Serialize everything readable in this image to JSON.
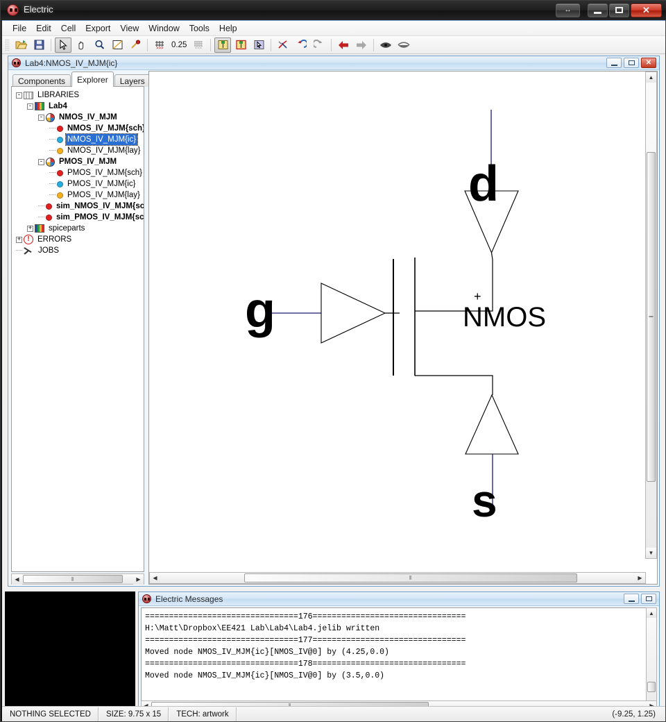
{
  "window": {
    "title": "Electric",
    "buttons": {
      "restore": "↔",
      "minimize": "minimize",
      "maximize": "maximize",
      "close": "✕"
    }
  },
  "menubar": {
    "items": [
      "File",
      "Edit",
      "Cell",
      "Export",
      "View",
      "Window",
      "Tools",
      "Help"
    ]
  },
  "toolbar": {
    "zoom_value": "0.25",
    "icons": [
      "open-library-icon",
      "save-library-icon",
      "select-pointer-icon",
      "pan-hand-icon",
      "zoom-magnifier-icon",
      "window-fill-icon",
      "measure-icon",
      "grid-icon",
      "grid-align-icon",
      "cell-center-icon",
      "cell-outline-icon",
      "select-special-icon",
      "toolkit-icon",
      "undo-icon",
      "redo-icon",
      "back-arrow-icon",
      "forward-arrow-icon",
      "peek-icon",
      "peek-off-icon"
    ]
  },
  "mdi": {
    "title": "Lab4:NMOS_IV_MJM{ic}",
    "buttons": {
      "minimize": "minimize",
      "maximize": "maximize",
      "close": "✕"
    }
  },
  "panel_tabs": [
    {
      "label": "Components",
      "active": false
    },
    {
      "label": "Explorer",
      "active": true
    },
    {
      "label": "Layers",
      "active": false
    }
  ],
  "tree": [
    {
      "label": "LIBRARIES",
      "indent": 0,
      "toggle": "-",
      "icon": "library-building-icon",
      "bold": false,
      "selected": false
    },
    {
      "label": "Lab4",
      "indent": 1,
      "toggle": "-",
      "icon": "library-icon",
      "bold": true,
      "selected": false
    },
    {
      "label": "NMOS_IV_MJM",
      "indent": 2,
      "toggle": "-",
      "icon": "cell-group-icon",
      "bold": true,
      "selected": false
    },
    {
      "label": "NMOS_IV_MJM{sch}",
      "indent": 3,
      "toggle": "",
      "icon": "dot-red-icon",
      "bold": true,
      "selected": false,
      "color": "#e42020"
    },
    {
      "label": "NMOS_IV_MJM{ic}",
      "indent": 3,
      "toggle": "",
      "icon": "dot-blue-icon",
      "bold": false,
      "selected": true,
      "color": "#29aee4"
    },
    {
      "label": "NMOS_IV_MJM{lay}",
      "indent": 3,
      "toggle": "",
      "icon": "dot-orange-icon",
      "bold": false,
      "selected": false,
      "color": "#f5b01e"
    },
    {
      "label": "PMOS_IV_MJM",
      "indent": 2,
      "toggle": "-",
      "icon": "cell-group-icon",
      "bold": true,
      "selected": false
    },
    {
      "label": "PMOS_IV_MJM{sch}",
      "indent": 3,
      "toggle": "",
      "icon": "dot-red-icon",
      "bold": false,
      "selected": false,
      "color": "#e42020"
    },
    {
      "label": "PMOS_IV_MJM{ic}",
      "indent": 3,
      "toggle": "",
      "icon": "dot-blue-icon",
      "bold": false,
      "selected": false,
      "color": "#29aee4"
    },
    {
      "label": "PMOS_IV_MJM{lay}",
      "indent": 3,
      "toggle": "",
      "icon": "dot-orange-icon",
      "bold": false,
      "selected": false,
      "color": "#f5b01e"
    },
    {
      "label": "sim_NMOS_IV_MJM{sch}",
      "indent": 2,
      "toggle": "",
      "icon": "dot-red-icon",
      "bold": true,
      "selected": false,
      "color": "#e42020"
    },
    {
      "label": "sim_PMOS_IV_MJM{sch}",
      "indent": 2,
      "toggle": "",
      "icon": "dot-red-icon",
      "bold": true,
      "selected": false,
      "color": "#e42020"
    },
    {
      "label": "spiceparts",
      "indent": 1,
      "toggle": "+",
      "icon": "library-icon",
      "bold": false,
      "selected": false
    },
    {
      "label": "ERRORS",
      "indent": 0,
      "toggle": "+",
      "icon": "error-icon",
      "bold": false,
      "selected": false
    },
    {
      "label": "JOBS",
      "indent": 0,
      "toggle": "",
      "icon": "jobs-icon",
      "bold": false,
      "selected": false
    }
  ],
  "schematic": {
    "export_drain": "d",
    "export_gate": "g",
    "export_source": "s",
    "instance_label": "NMOS",
    "anchor_mark": "+",
    "wire_color": "#1a1a6e",
    "outline_color": "#000000"
  },
  "messages_window": {
    "title": "Electric Messages",
    "lines": [
      "================================176================================",
      "H:\\Matt\\Dropbox\\EE421 Lab\\Lab4\\Lab4.jelib written",
      "================================177================================",
      "Moved node NMOS_IV_MJM{ic}[NMOS_IV@0] by (4.25,0.0)",
      "================================178================================",
      "Moved node NMOS_IV_MJM{ic}[NMOS_IV@0] by (3.5,0.0)"
    ],
    "buttons": {
      "minimize": "minimize",
      "maximize": "maximize"
    }
  },
  "statusbar": {
    "selection": "NOTHING SELECTED",
    "size": "SIZE: 9.75 x 15",
    "tech": "TECH: artwork",
    "coordinates": "(-9.25, 1.25)"
  },
  "scrollbars": {
    "up_arrow": "▲",
    "down_arrow": "▼",
    "left_arrow": "◀",
    "right_arrow": "▶",
    "grip": "‖"
  }
}
